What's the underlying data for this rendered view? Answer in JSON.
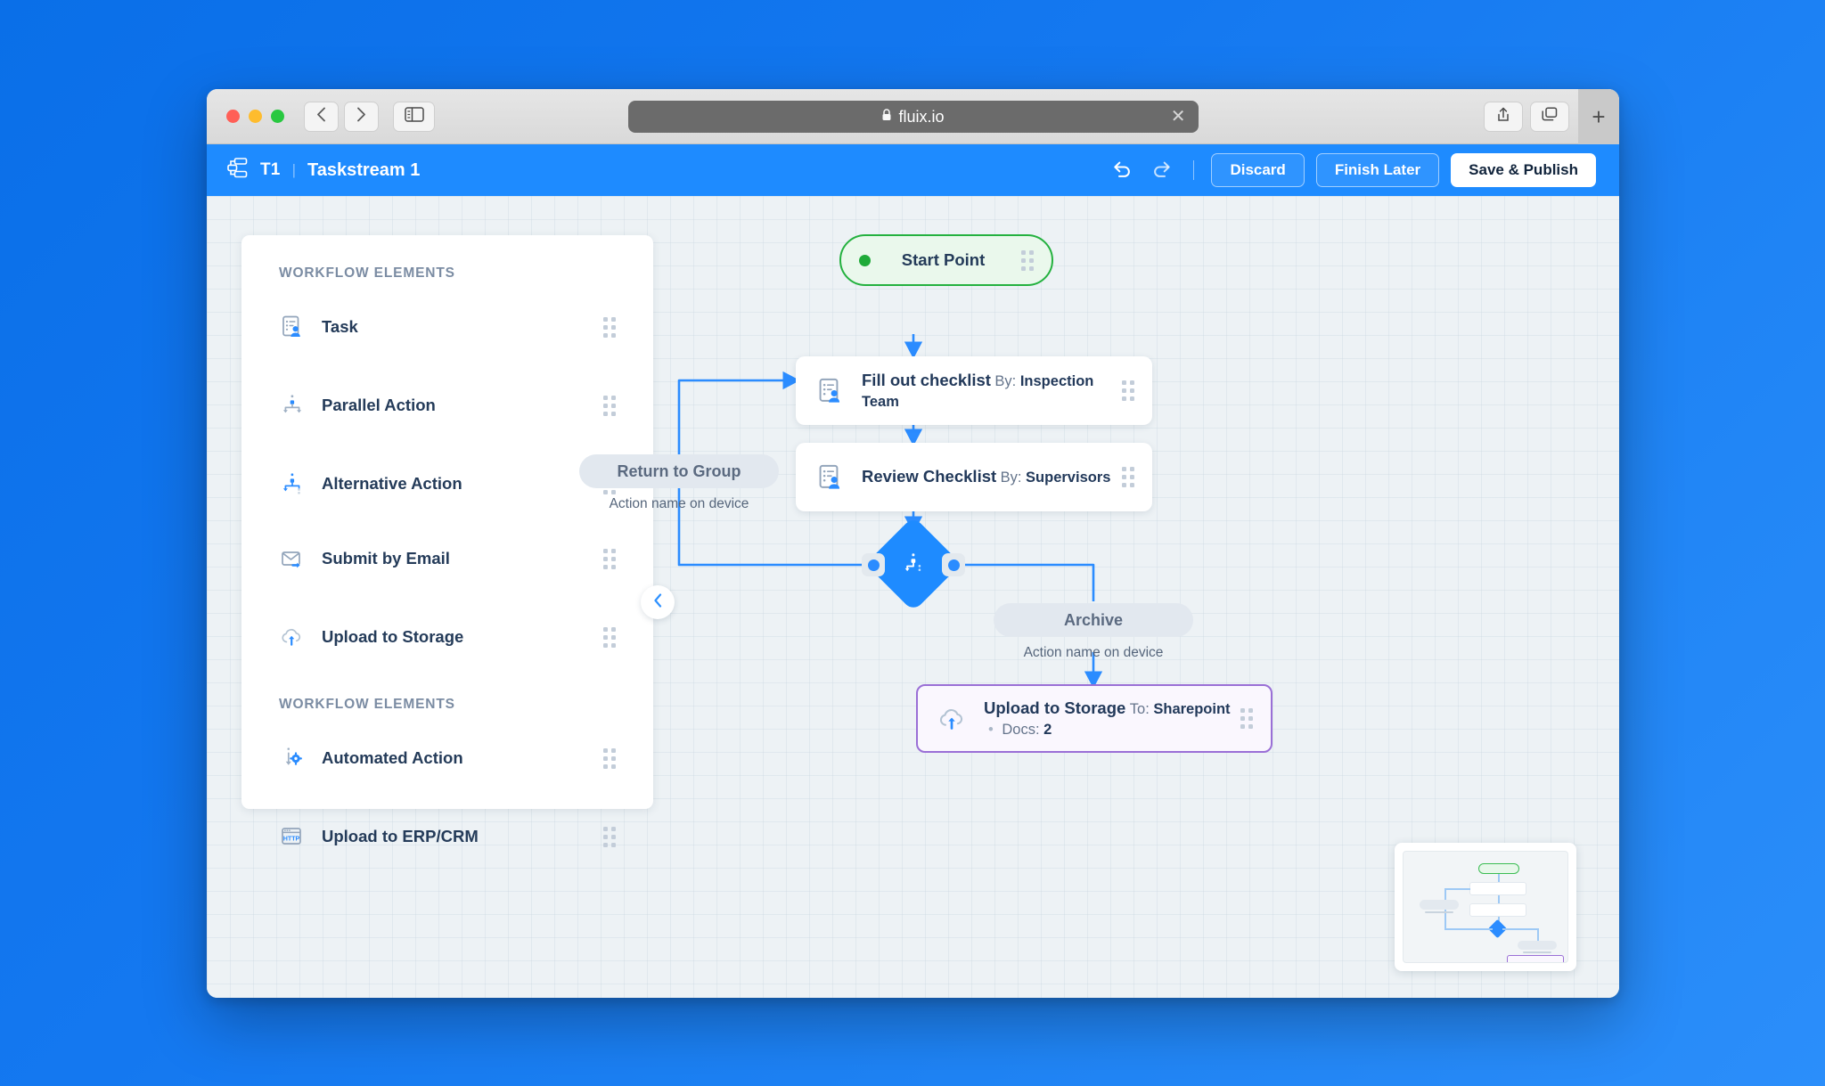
{
  "browser": {
    "url": "fluix.io",
    "lock_icon": "lock-icon",
    "back_icon": "chevron-left-icon",
    "forward_icon": "chevron-right-icon",
    "sidebar_icon": "sidebar-toggle-icon",
    "share_icon": "share-icon",
    "tabs_icon": "tab-overview-icon",
    "newtab_label": "+",
    "close_label": "✕"
  },
  "appbar": {
    "logo_icon": "taskstream-icon",
    "code": "T1",
    "separator": "|",
    "title": "Taskstream 1",
    "undo_icon": "undo-icon",
    "redo_icon": "redo-icon",
    "discard_label": "Discard",
    "finish_later_label": "Finish Later",
    "save_publish_label": "Save & Publish",
    "accent_color": "#1e8bff"
  },
  "sidebar": {
    "group1_title": "WORKFLOW ELEMENTS",
    "group2_title": "WORKFLOW ELEMENTS",
    "group1": [
      {
        "label": "Task",
        "icon": "task-checklist-user-icon"
      },
      {
        "label": "Parallel Action",
        "icon": "parallel-action-icon"
      },
      {
        "label": "Alternative Action",
        "icon": "alternative-action-icon"
      },
      {
        "label": "Submit by Email",
        "icon": "email-submit-icon"
      },
      {
        "label": "Upload to Storage",
        "icon": "cloud-upload-icon"
      }
    ],
    "group2": [
      {
        "label": "Automated Action",
        "icon": "automated-action-gear-icon"
      },
      {
        "label": "Upload to ERP/CRM",
        "icon": "http-window-icon"
      }
    ],
    "collapse_icon": "chevron-left-icon"
  },
  "canvas": {
    "start": {
      "label": "Start Point",
      "dot_color": "#1faa39",
      "border_color": "#24b13f",
      "fill_color": "#eaf8ec"
    },
    "nodes": [
      {
        "title": "Fill out checklist",
        "sub_prefix": "By:",
        "sub_value": "Inspection Team",
        "icon": "task-checklist-user-icon"
      },
      {
        "title": "Review Checklist",
        "sub_prefix": "By:",
        "sub_value": "Supervisors",
        "icon": "task-checklist-user-icon"
      }
    ],
    "return_pill": {
      "label": "Return to Group",
      "caption": "Action name on device"
    },
    "archive_pill": {
      "label": "Archive",
      "caption": "Action name on device"
    },
    "decision": {
      "icon": "alternative-action-icon",
      "color": "#1e8bff"
    },
    "selected_node": {
      "title": "Upload to Storage",
      "sub_to_prefix": "To:",
      "sub_to_value": "Sharepoint",
      "sub_sep": "•",
      "sub_docs_prefix": "Docs:",
      "sub_docs_value": "2",
      "icon": "cloud-upload-icon",
      "border_color": "#9a6fd6"
    },
    "connector_color": "#2b8cff"
  },
  "minimap": {
    "name": "canvas-minimap"
  }
}
